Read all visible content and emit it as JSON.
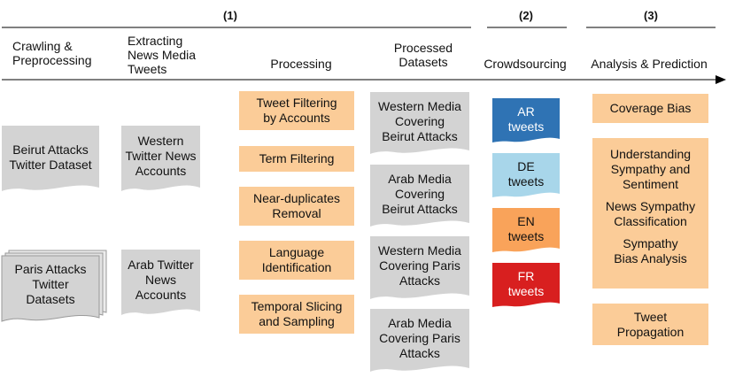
{
  "phases": [
    {
      "label": "(1)"
    },
    {
      "label": "(2)"
    },
    {
      "label": "(3)"
    }
  ],
  "column_headers": {
    "crawling": "Crawling &\nPreprocessing",
    "extracting": "Extracting\nNews Media\nTweets",
    "processing": "Processing",
    "processed": "Processed\nDatasets",
    "crowdsourcing": "Crowdsourcing",
    "analysis": "Analysis & Prediction"
  },
  "input_datasets": {
    "beirut": "Beirut Attacks\nTwitter Dataset",
    "paris": "Paris Attacks\nTwitter\nDatasets"
  },
  "news_accounts": {
    "western": "Western\nTwitter News\nAccounts",
    "arab": "Arab Twitter\nNews\nAccounts"
  },
  "processing_steps": [
    "Tweet Filtering\nby Accounts",
    "Term Filtering",
    "Near-duplicates\nRemoval",
    "Language\nIdentification",
    "Temporal Slicing\nand Sampling"
  ],
  "processed_datasets": [
    "Western Media\nCovering\nBeirut Attacks",
    "Arab Media\nCovering\nBeirut Attacks",
    "Western Media\nCovering Paris\nAttacks",
    "Arab Media\nCovering Paris\nAttacks"
  ],
  "tweet_sets": [
    {
      "label": "AR\ntweets",
      "color": "#2f73b4",
      "text_color": "#ffffff"
    },
    {
      "label": "DE\ntweets",
      "color": "#a8d6ea",
      "text_color": "#111111"
    },
    {
      "label": "EN\ntweets",
      "color": "#f9a35a",
      "text_color": "#111111"
    },
    {
      "label": "FR\ntweets",
      "color": "#d81f1f",
      "text_color": "#ffffff"
    }
  ],
  "analysis": {
    "coverage_bias": "Coverage Bias",
    "sympathy_items": [
      "Understanding\nSympathy and\nSentiment",
      "News Sympathy\nClassification",
      "Sympathy\nBias Analysis"
    ],
    "tweet_propagation": "Tweet\nPropagation"
  },
  "colors": {
    "doc_gray": "#d3d3d3",
    "process_orange": "#fbcc98",
    "line": "#000000"
  }
}
